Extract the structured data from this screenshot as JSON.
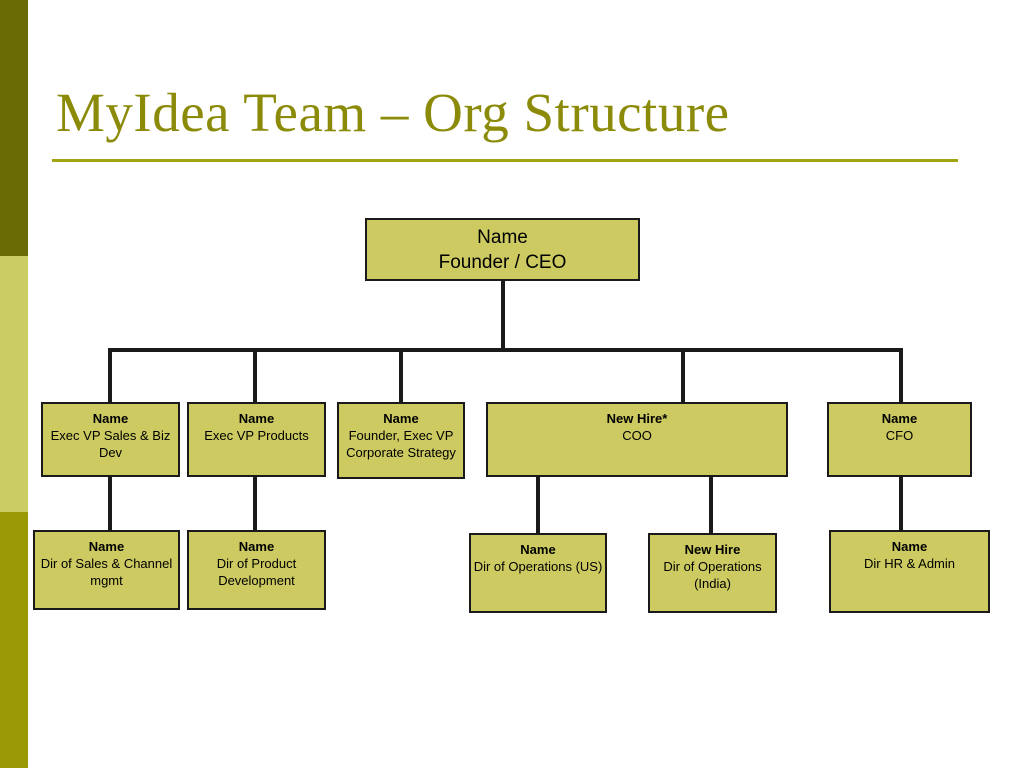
{
  "slide": {
    "title": "MyIdea Team – Org Structure",
    "accent_color": "#8b8b09",
    "rule_color": "#a2a410",
    "box_fill": "#ccca60",
    "box_border": "#1a1a1a",
    "sidebar_bands": [
      "#6b6b06",
      "#cbcd62",
      "#9a9a06"
    ]
  },
  "org": {
    "root": {
      "name": "Name",
      "role": "Founder / CEO"
    },
    "level2": [
      {
        "name": "Name",
        "role": "Exec VP Sales & Biz Dev"
      },
      {
        "name": "Name",
        "role": "Exec VP Products"
      },
      {
        "name": "Name",
        "role": "Founder, Exec VP Corporate Strategy"
      },
      {
        "name": "New Hire*",
        "role": "COO"
      },
      {
        "name": "Name",
        "role": "CFO"
      }
    ],
    "level3": [
      {
        "name": "Name",
        "role": "Dir of Sales & Channel mgmt"
      },
      {
        "name": "Name",
        "role": "Dir of Product Development"
      },
      {
        "name": "Name",
        "role": "Dir of Operations (US)"
      },
      {
        "name": "New Hire",
        "role": "Dir of Operations (India)"
      },
      {
        "name": "Name",
        "role": "Dir HR & Admin"
      }
    ]
  }
}
